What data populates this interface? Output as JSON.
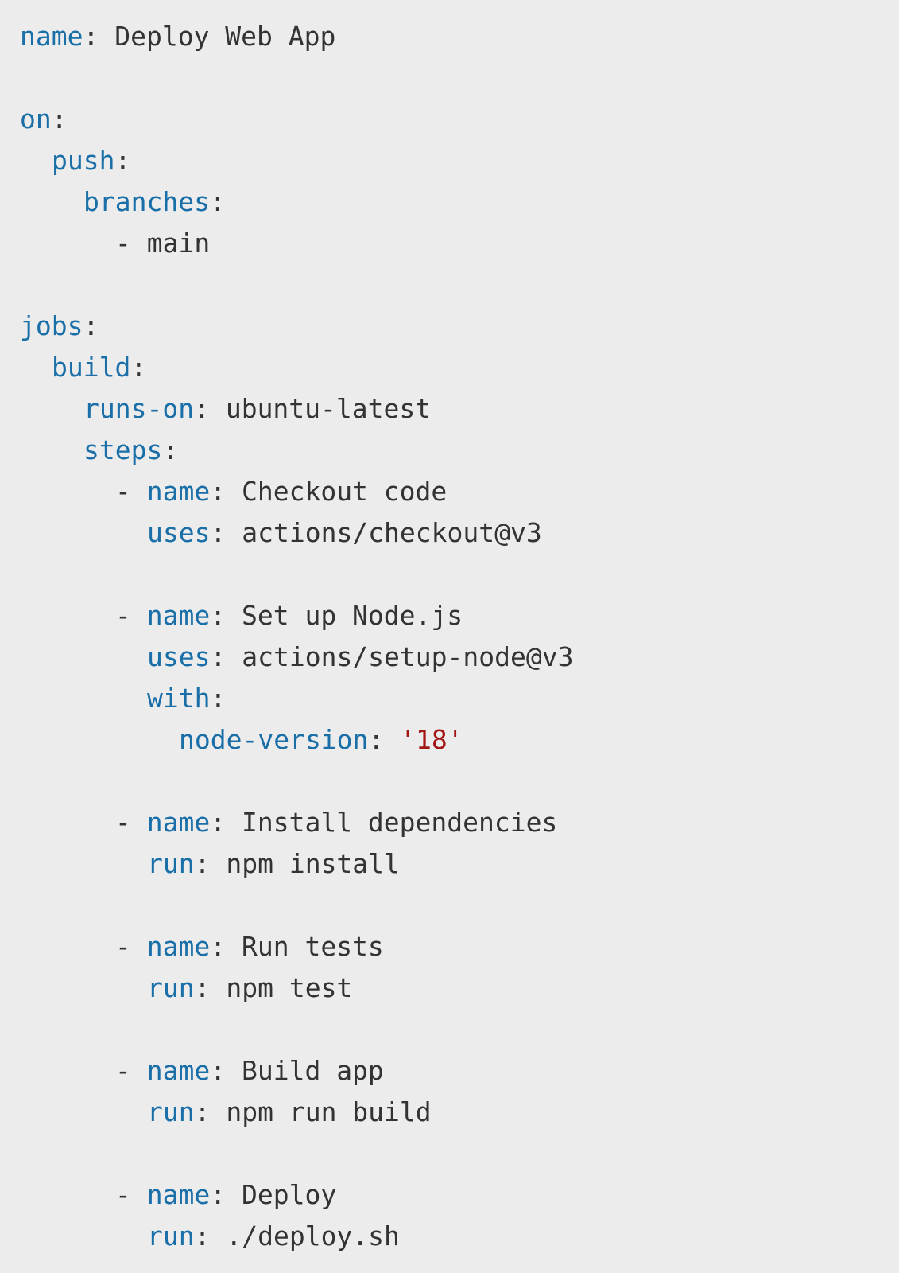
{
  "yaml": {
    "name_key": "name",
    "name_value": "Deploy Web App",
    "on_key": "on",
    "push_key": "push",
    "branches_key": "branches",
    "branch_item": "main",
    "jobs_key": "jobs",
    "build_key": "build",
    "runs_on_key": "runs-on",
    "runs_on_value": "ubuntu-latest",
    "steps_key": "steps",
    "colon": ":",
    "dash": "-",
    "steps": [
      {
        "name_key": "name",
        "name_value": "Checkout code",
        "action_key": "uses",
        "action_value": "actions/checkout@v3"
      },
      {
        "name_key": "name",
        "name_value": "Set up Node.js",
        "action_key": "uses",
        "action_value": "actions/setup-node@v3",
        "with_key": "with",
        "node_version_key": "node-version",
        "node_version_value": "'18'"
      },
      {
        "name_key": "name",
        "name_value": "Install dependencies",
        "action_key": "run",
        "action_value": "npm install"
      },
      {
        "name_key": "name",
        "name_value": "Run tests",
        "action_key": "run",
        "action_value": "npm test"
      },
      {
        "name_key": "name",
        "name_value": "Build app",
        "action_key": "run",
        "action_value": "npm run build"
      },
      {
        "name_key": "name",
        "name_value": "Deploy",
        "action_key": "run",
        "action_value": "./deploy.sh"
      }
    ]
  },
  "colors": {
    "background": "#ececec",
    "key": "#1a6fa8",
    "text": "#333333",
    "string": "#a31515"
  }
}
